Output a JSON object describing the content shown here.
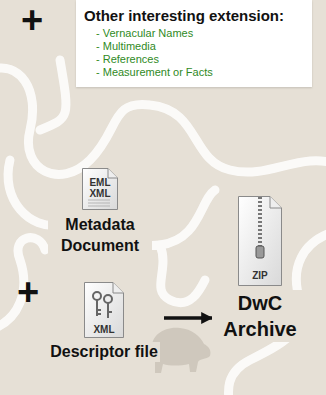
{
  "diagram": {
    "nodes": [
      {
        "text": [
          "Other interesting extension:",
          "- Vernacular Names",
          "- Multimedia",
          "- References",
          "- Measurement or Facts"
        ]
      },
      {
        "text": [
          "EML XML",
          "Metadata Document"
        ]
      },
      {
        "text": [
          "XML",
          "Descriptor file"
        ]
      },
      {
        "text": [
          "ZIP",
          "DwC Archive"
        ]
      }
    ],
    "edges": [
      {
        "from": 2,
        "to": 3,
        "arrow": "to"
      }
    ],
    "labels": [
      "+",
      "+"
    ]
  }
}
